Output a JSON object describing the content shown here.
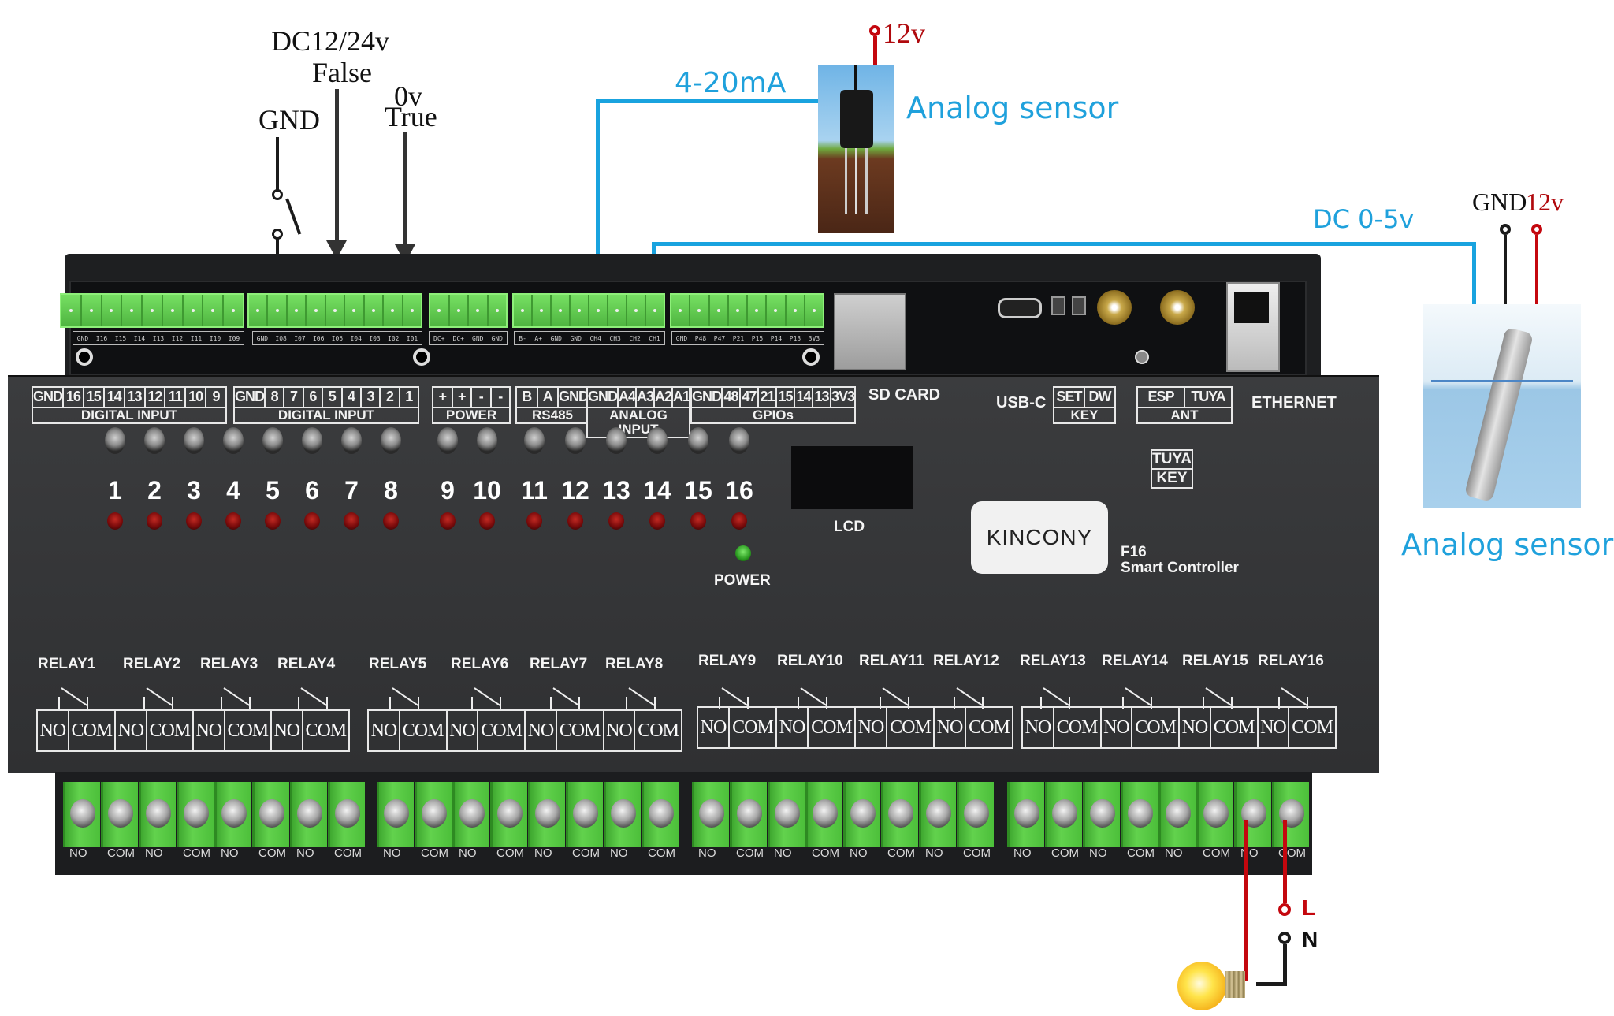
{
  "diagram": {
    "title": "KinCony F16 Smart Controller wiring diagram",
    "colors": {
      "signal_wire": "#19a3df",
      "power_positive": "#c4070e",
      "ground": "#1b1b1b",
      "terminal_green": "#62d24d",
      "case": "#333436"
    }
  },
  "annotations": {
    "digital_input": {
      "gnd": "GND",
      "false_top": "DC12/24v",
      "false_bottom": "False",
      "true_top": "0v",
      "true_bottom": "True"
    },
    "soil_sensor": {
      "current_label": "4-20mA",
      "power_label": "12v",
      "name": "Analog sensor"
    },
    "water_sensor": {
      "voltage_label": "DC 0-5v",
      "gnd_label": "GND",
      "power_label": "12v",
      "name": "Analog sensor"
    },
    "load": {
      "line_label": "L",
      "neutral_label": "N"
    }
  },
  "pcb_labels": {
    "di_high": [
      "GND",
      "I16",
      "I15",
      "I14",
      "I13",
      "I12",
      "I11",
      "I10",
      "I09"
    ],
    "di_low": [
      "GND",
      "I08",
      "I07",
      "I06",
      "I05",
      "I04",
      "I03",
      "I02",
      "I01"
    ],
    "power": [
      "DC+",
      "DC+",
      "GND",
      "GND"
    ],
    "rs485_analog": [
      "B-",
      "A+",
      "GND",
      "GND",
      "CH4",
      "CH3",
      "CH2",
      "CH1"
    ],
    "gpio": [
      "GND",
      "P48",
      "P47",
      "P21",
      "P15",
      "P14",
      "P13",
      "3V3"
    ]
  },
  "panel": {
    "groups": [
      {
        "cells": [
          "GND",
          "16",
          "15",
          "14",
          "13",
          "12",
          "11",
          "10",
          "9"
        ],
        "caption": "DIGITAL INPUT"
      },
      {
        "cells": [
          "GND",
          "8",
          "7",
          "6",
          "5",
          "4",
          "3",
          "2",
          "1"
        ],
        "caption": "DIGITAL INPUT"
      },
      {
        "cells": [
          "+",
          "+",
          "-",
          "-"
        ],
        "caption": "POWER"
      },
      {
        "cells": [
          "B",
          "A",
          "GND"
        ],
        "caption": "RS485"
      },
      {
        "cells": [
          "GND",
          "A4",
          "A3",
          "A2",
          "A1"
        ],
        "caption": "ANALOG INPUT"
      },
      {
        "cells": [
          "GND",
          "48",
          "47",
          "21",
          "15",
          "14",
          "13",
          "3V3"
        ],
        "caption": "GPIOs"
      }
    ],
    "sd_card": "SD CARD",
    "usb_c": "USB-C",
    "set_dw": {
      "cells": [
        "SET",
        "DW"
      ],
      "caption": "KEY"
    },
    "ant": {
      "cells": [
        "ESP",
        "TUYA"
      ],
      "caption": "ANT"
    },
    "ethernet": "ETHERNET",
    "tuya_key": {
      "top": "TUYA",
      "bottom": "KEY"
    },
    "lcd": "LCD",
    "power_led": "POWER",
    "brand": "KINCONY",
    "model": "F16",
    "model_sub": "Smart Controller",
    "channel_numbers": [
      "1",
      "2",
      "3",
      "4",
      "5",
      "6",
      "7",
      "8",
      "9",
      "10",
      "11",
      "12",
      "13",
      "14",
      "15",
      "16"
    ]
  },
  "relays": {
    "labels": [
      "RELAY1",
      "RELAY2",
      "RELAY3",
      "RELAY4",
      "RELAY5",
      "RELAY6",
      "RELAY7",
      "RELAY8",
      "RELAY9",
      "RELAY10",
      "RELAY11",
      "RELAY12",
      "RELAY13",
      "RELAY14",
      "RELAY15",
      "RELAY16"
    ],
    "no": "NO",
    "com": "COM"
  }
}
